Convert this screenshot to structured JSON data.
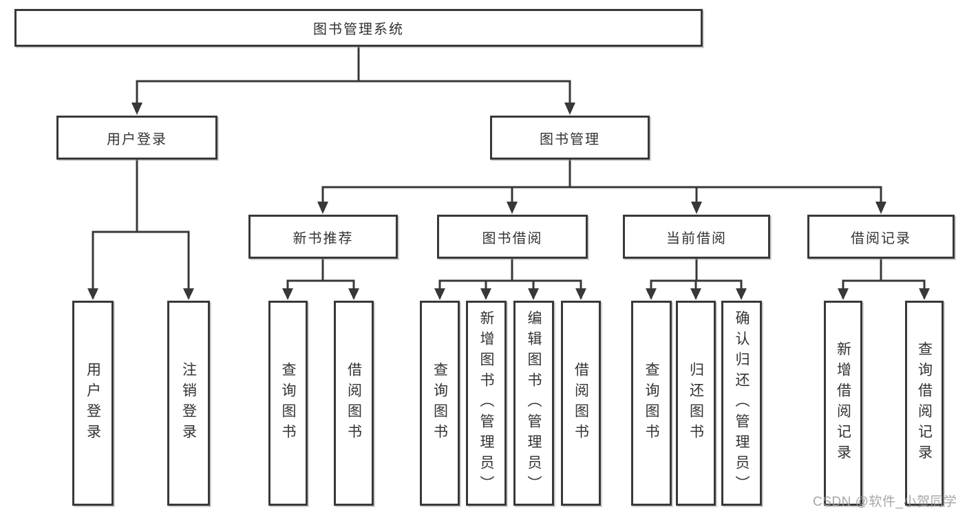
{
  "tree": {
    "root": {
      "label": "图书管理系统"
    },
    "branches": [
      {
        "label": "用户登录",
        "children": [
          {
            "label": "用户登录"
          },
          {
            "label": "注销登录"
          }
        ]
      },
      {
        "label": "图书管理",
        "children": [
          {
            "label": "新书推荐",
            "children": [
              {
                "label": "查询图书"
              },
              {
                "label": "借阅图书"
              }
            ]
          },
          {
            "label": "图书借阅",
            "children": [
              {
                "label": "查询图书"
              },
              {
                "label": "新增图书（管理员）"
              },
              {
                "label": "编辑图书（管理员）"
              },
              {
                "label": "借阅图书"
              }
            ]
          },
          {
            "label": "当前借阅",
            "children": [
              {
                "label": "查询图书"
              },
              {
                "label": "归还图书"
              },
              {
                "label": "确认归还（管理员）"
              }
            ]
          },
          {
            "label": "借阅记录",
            "children": [
              {
                "label": "新增借阅记录"
              },
              {
                "label": "查询借阅记录"
              }
            ]
          }
        ]
      }
    ]
  },
  "watermark": {
    "text": "CSDN @软件_小贺同学"
  },
  "colors": {
    "line": "#383838",
    "box_border": "#383838",
    "text": "#333333",
    "watermark": "#969696",
    "background": "#ffffff"
  }
}
